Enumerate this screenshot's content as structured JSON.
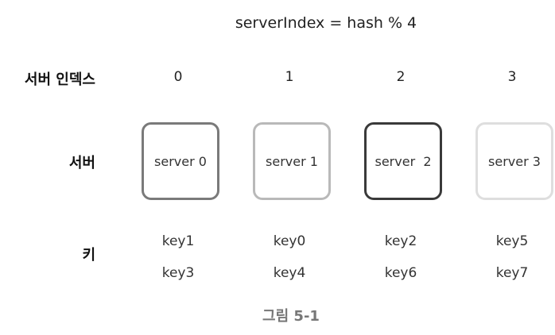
{
  "formula": "serverIndex = hash % 4",
  "row_labels": {
    "index": "서버 인덱스",
    "server": "서버",
    "key": "키"
  },
  "columns": [
    {
      "index": "0",
      "server": "server 0",
      "border_color": "#7a7a7a",
      "keys": [
        "key1",
        "key3"
      ]
    },
    {
      "index": "1",
      "server": "server 1",
      "border_color": "#b9b9b9",
      "keys": [
        "key0",
        "key4"
      ]
    },
    {
      "index": "2",
      "server": "server  2",
      "border_color": "#3a3a3a",
      "keys": [
        "key2",
        "key6"
      ]
    },
    {
      "index": "3",
      "server": "server 3",
      "border_color": "#dedede",
      "keys": [
        "key5",
        "key7"
      ]
    }
  ],
  "caption": "그림 5-1"
}
